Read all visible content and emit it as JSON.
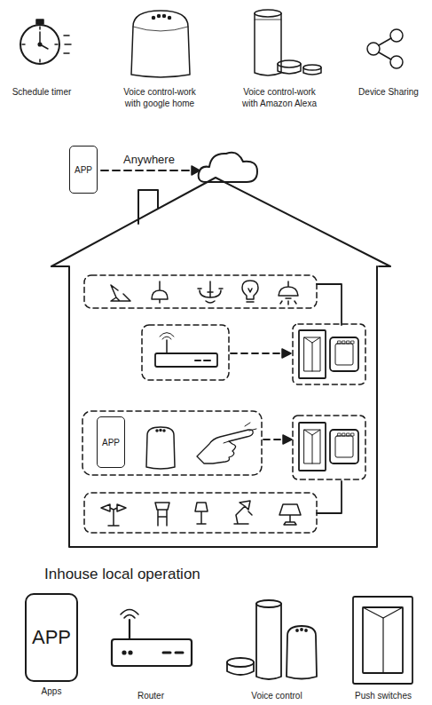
{
  "diagram": {
    "title": "Inhouse local operation",
    "nodes": [
      {
        "text": [
          "APP"
        ]
      },
      {
        "text": [
          "APP"
        ]
      },
      {
        "text": [
          "APP",
          "Apps"
        ]
      }
    ],
    "labels": [
      "Schedule timer",
      "Voice control-work with google home",
      "Voice control-work with Amazon Alexa",
      "Device Sharing",
      "Anywhere",
      "Router",
      "Voice control",
      "Push switches"
    ]
  }
}
